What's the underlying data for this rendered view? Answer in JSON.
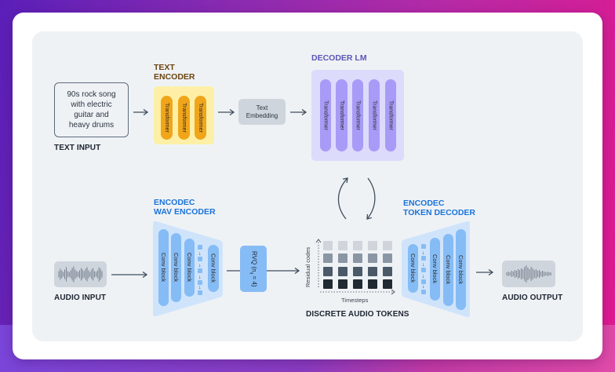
{
  "diagram": {
    "text_input": {
      "content": "90s rock song with electric guitar and heavy drums",
      "lines": [
        "90s rock song",
        "with electric",
        "guitar and",
        "heavy drums"
      ],
      "label": "TEXT INPUT"
    },
    "text_encoder": {
      "title_lines": [
        "TEXT",
        "ENCODER"
      ],
      "blocks": [
        "Transformer",
        "Transformer",
        "Transformer"
      ],
      "color": "#f0a51a",
      "background": "#fdf0a6",
      "title_color": "#6b4410"
    },
    "text_embedding": {
      "lines": [
        "Text",
        "Embedding"
      ]
    },
    "decoder_lm": {
      "title": "DECODER LM",
      "blocks": [
        "Transformer",
        "Transformer",
        "Transformer",
        "Transformer",
        "Transformer"
      ],
      "color": "#a79bf7",
      "background": "#dcdbfc",
      "title_color": "#5b56b8"
    },
    "wav_encoder": {
      "title_lines": [
        "ENCODEC",
        "WAV ENCODER"
      ],
      "blocks": [
        "Conv block",
        "Conv block",
        "Conv block",
        "Conv block"
      ],
      "color": "#86bcf5",
      "title_color": "#1a73d9"
    },
    "rvq": {
      "label": "RVQ (n",
      "subscript": "q",
      "suffix": " = 4)"
    },
    "audio_tokens": {
      "label": "DISCRETE AUDIO TOKENS",
      "y_axis": "Residual codes",
      "x_axis": "Timesteps",
      "rows": 4,
      "columns": 5,
      "row_colors": [
        "#d1d5db",
        "#8a96a3",
        "#4b5a68",
        "#1f2a33"
      ]
    },
    "token_decoder": {
      "title_lines": [
        "ENCODEC",
        "TOKEN DECODER"
      ],
      "blocks": [
        "Conv block",
        "Conv block",
        "Conv block",
        "Conv block"
      ],
      "color": "#86bcf5",
      "title_color": "#1a73d9"
    },
    "audio_input": {
      "label": "AUDIO INPUT",
      "icon": "waveform-icon"
    },
    "audio_output": {
      "label": "AUDIO OUTPUT",
      "icon": "waveform-icon"
    }
  }
}
